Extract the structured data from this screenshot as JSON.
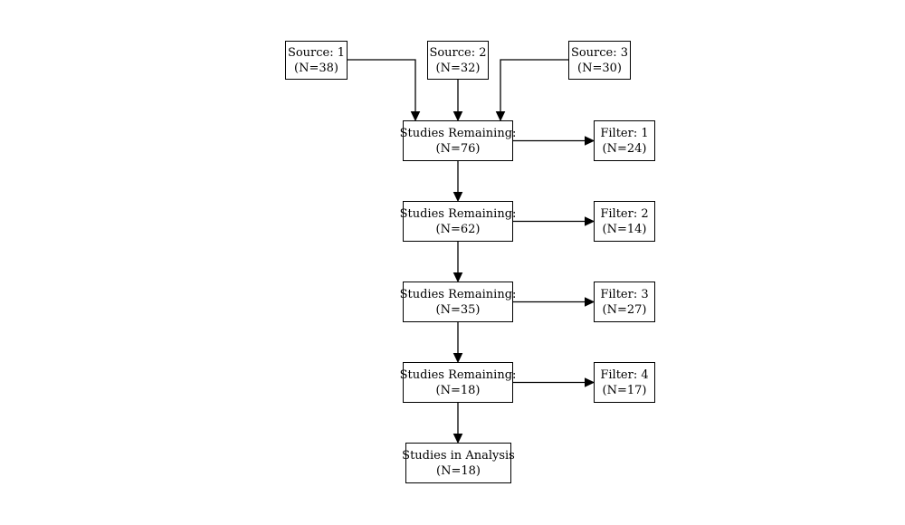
{
  "nodes": {
    "source_1": {
      "label": "Source: 1",
      "count": "(N=38)"
    },
    "source_2": {
      "label": "Source: 2",
      "count": "(N=32)"
    },
    "source_3": {
      "label": "Source: 3",
      "count": "(N=30)"
    },
    "remaining_1": {
      "label": "Studies Remaining:",
      "count": "(N=76)"
    },
    "remaining_2": {
      "label": "Studies Remaining:",
      "count": "(N=62)"
    },
    "remaining_3": {
      "label": "Studies Remaining:",
      "count": "(N=35)"
    },
    "remaining_4": {
      "label": "Studies Remaining:",
      "count": "(N=18)"
    },
    "filter_1": {
      "label": "Filter: 1",
      "count": "(N=24)"
    },
    "filter_2": {
      "label": "Filter: 2",
      "count": "(N=14)"
    },
    "filter_3": {
      "label": "Filter: 3",
      "count": "(N=27)"
    },
    "filter_4": {
      "label": "Filter: 4",
      "count": "(N=17)"
    },
    "analysis": {
      "label": "Studies in Analysis",
      "count": "(N=18)"
    }
  },
  "edges": [
    {
      "from": "source_1",
      "to": "remaining_1"
    },
    {
      "from": "source_2",
      "to": "remaining_1"
    },
    {
      "from": "source_3",
      "to": "remaining_1"
    },
    {
      "from": "remaining_1",
      "to": "filter_1"
    },
    {
      "from": "remaining_1",
      "to": "remaining_2"
    },
    {
      "from": "remaining_2",
      "to": "filter_2"
    },
    {
      "from": "remaining_2",
      "to": "remaining_3"
    },
    {
      "from": "remaining_3",
      "to": "filter_3"
    },
    {
      "from": "remaining_3",
      "to": "remaining_4"
    },
    {
      "from": "remaining_4",
      "to": "filter_4"
    },
    {
      "from": "remaining_4",
      "to": "analysis"
    }
  ],
  "colors": {
    "line": "#000000",
    "box_border": "#000000",
    "text": "#000000",
    "background": "#ffffff"
  }
}
